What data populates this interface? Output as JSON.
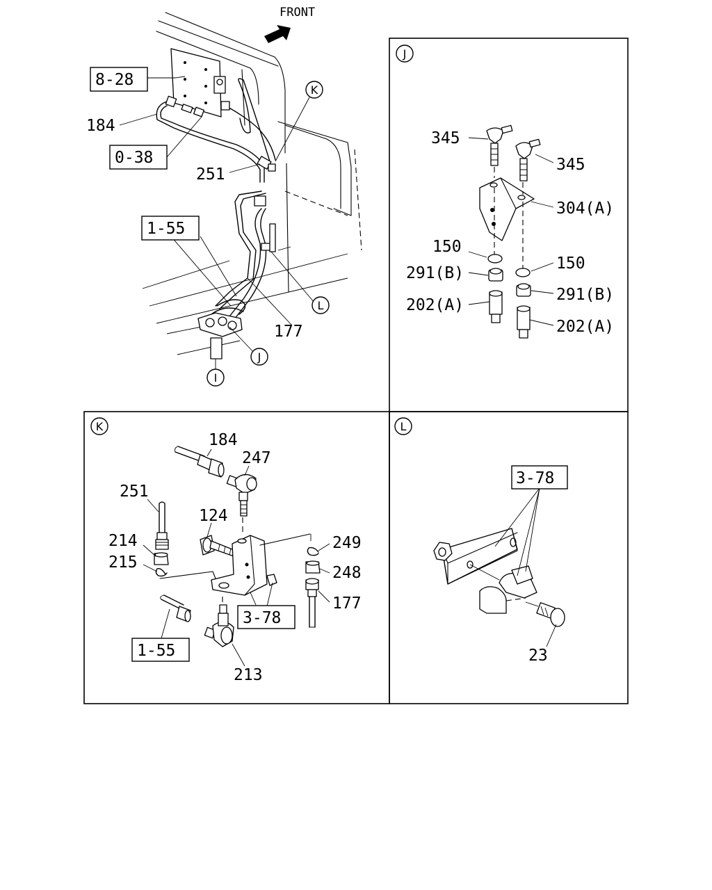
{
  "direction_label": "FRONT",
  "ref_boxes": {
    "main_8_28": "8-28",
    "main_0_38": "0-38",
    "main_1_55": "1-55",
    "k_3_78": "3-78",
    "k_1_55": "1-55",
    "l_3_78": "3-78"
  },
  "main_labels": {
    "p184": "184",
    "p251": "251",
    "p177": "177"
  },
  "detail_markers": {
    "main_k": "K",
    "main_l": "L",
    "main_j": "J",
    "main_i": "I",
    "panel_j": "J",
    "panel_k": "K",
    "panel_l": "L"
  },
  "panel_j_labels": {
    "p345_a": "345",
    "p345_b": "345",
    "p304": "304(A)",
    "p150_a": "150",
    "p150_b": "150",
    "p291_a": "291(B)",
    "p291_b": "291(B)",
    "p202_a": "202(A)",
    "p202_b": "202(A)"
  },
  "panel_k_labels": {
    "p184": "184",
    "p247": "247",
    "p251": "251",
    "p124": "124",
    "p214": "214",
    "p215": "215",
    "p249": "249",
    "p248": "248",
    "p177": "177",
    "p213": "213"
  },
  "panel_l_labels": {
    "p23": "23"
  },
  "icons": [
    "front-arrow-icon"
  ]
}
